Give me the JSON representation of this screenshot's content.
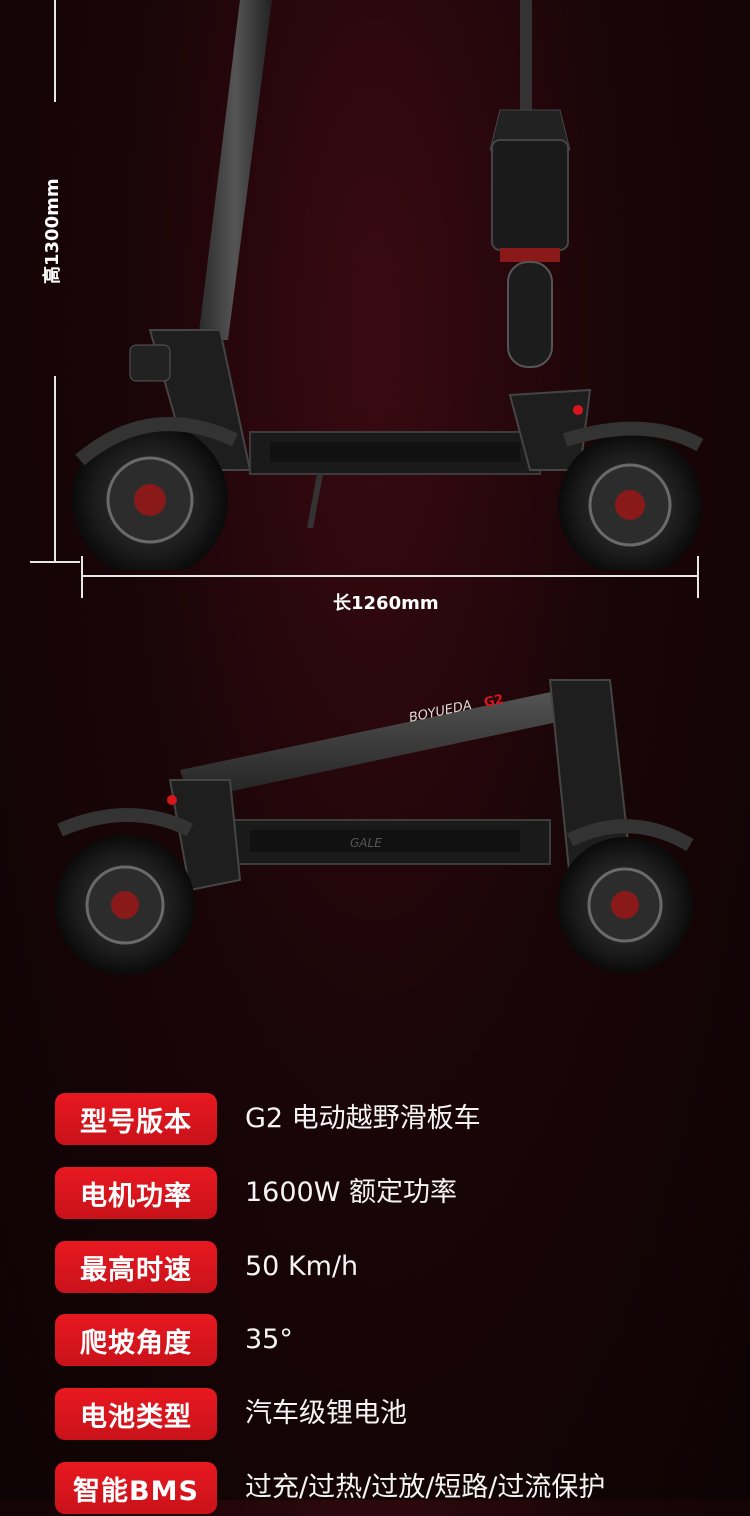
{
  "dimensions": {
    "height_label": "高1300mm",
    "length_label": "长1260mm"
  },
  "scooter": {
    "brand": "BOYUEDA",
    "model_badge": "G2",
    "deck_text": "GALE"
  },
  "colors": {
    "accent_red": "#d8141c",
    "background_dark": "#1a0508"
  },
  "specs": [
    {
      "label": "型号版本",
      "value": "G2 电动越野滑板车"
    },
    {
      "label": "电机功率",
      "value": "1600W 额定功率"
    },
    {
      "label": "最高时速",
      "value": "50 Km/h"
    },
    {
      "label": "爬坡角度",
      "value": "35°"
    },
    {
      "label": "电池类型",
      "value": "汽车级锂电池"
    },
    {
      "label": "智能BMS",
      "value": "过充/过热/过放/短路/过流保护"
    }
  ]
}
